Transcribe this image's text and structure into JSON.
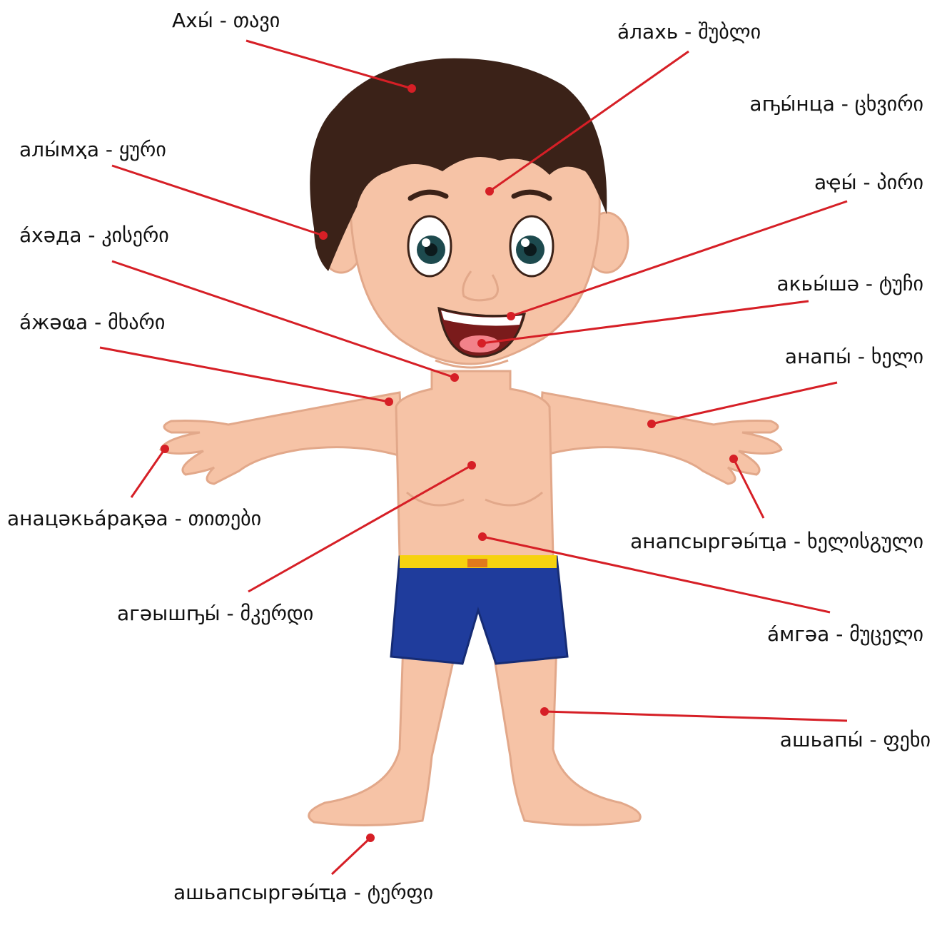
{
  "colors": {
    "skin": "#f6c3a6",
    "skin_shadow": "#e9a98a",
    "hair": "#3b2218",
    "shorts": "#1f3c9c",
    "waistband": "#f6d20f",
    "leader_line": "#d61f26",
    "text": "#111111"
  },
  "labels": {
    "head": "Ахы́ - თავი",
    "forehead": "а́лахь - შუბლი",
    "nose": "аҧы́нца - ცხვირი",
    "ear": "алы́мҳа - ყური",
    "mouth": "аҿы́ - პირი",
    "neck": "а́хәда - კისერი",
    "lips": "акьы́шә - ტუჩი",
    "shoulder": "а́жәҩа - მხარი",
    "hand": "анапы́ - ხელი",
    "fingers": "анацәкьа́рақәа - თითები",
    "palm": "анапсыргәы́ҵа - ხელისგული",
    "chest": "агәышҧы́ - მკერდი",
    "belly": "а́мгәа - მუცელი",
    "leg": "ашьапы́ - ფეხი",
    "foot": "ашьапсыргәы́ҵа - ტერფი"
  }
}
